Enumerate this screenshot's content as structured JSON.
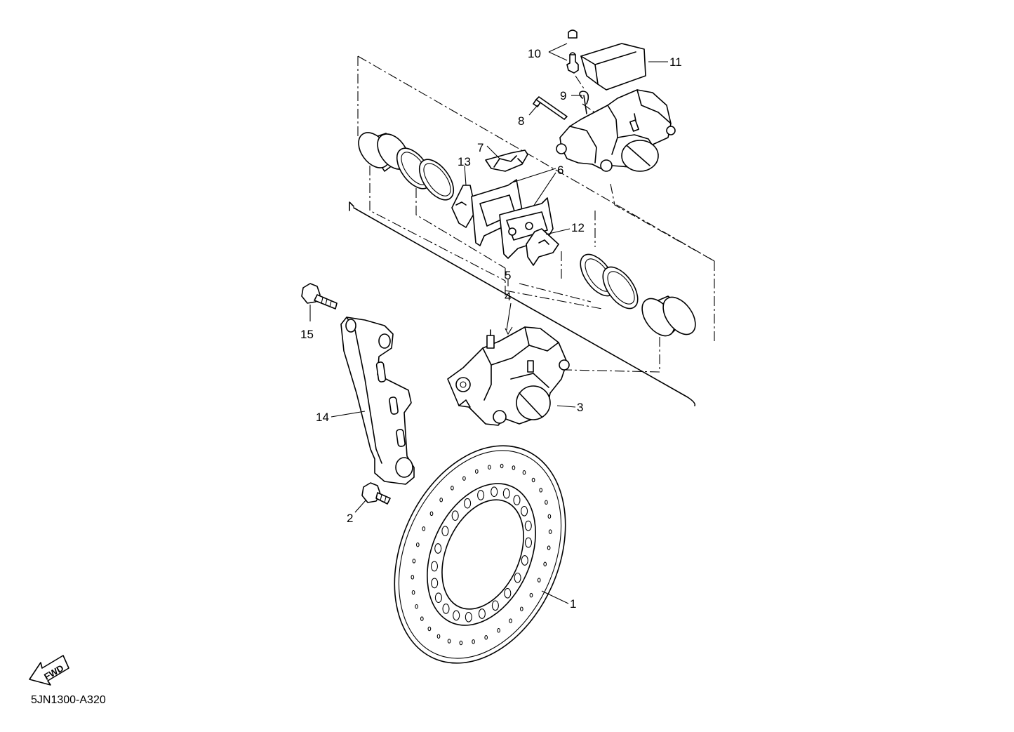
{
  "diagram": {
    "drawing_code": "5JN1300-A320",
    "direction_label": "FWD",
    "callouts": {
      "c1": "1",
      "c2": "2",
      "c3": "3",
      "c4": "4",
      "c5": "5",
      "c6": "6",
      "c7": "7",
      "c8": "8",
      "c9": "9",
      "c10": "10",
      "c11": "11",
      "c12": "12",
      "c13": "13",
      "c14": "14",
      "c15": "15"
    }
  }
}
